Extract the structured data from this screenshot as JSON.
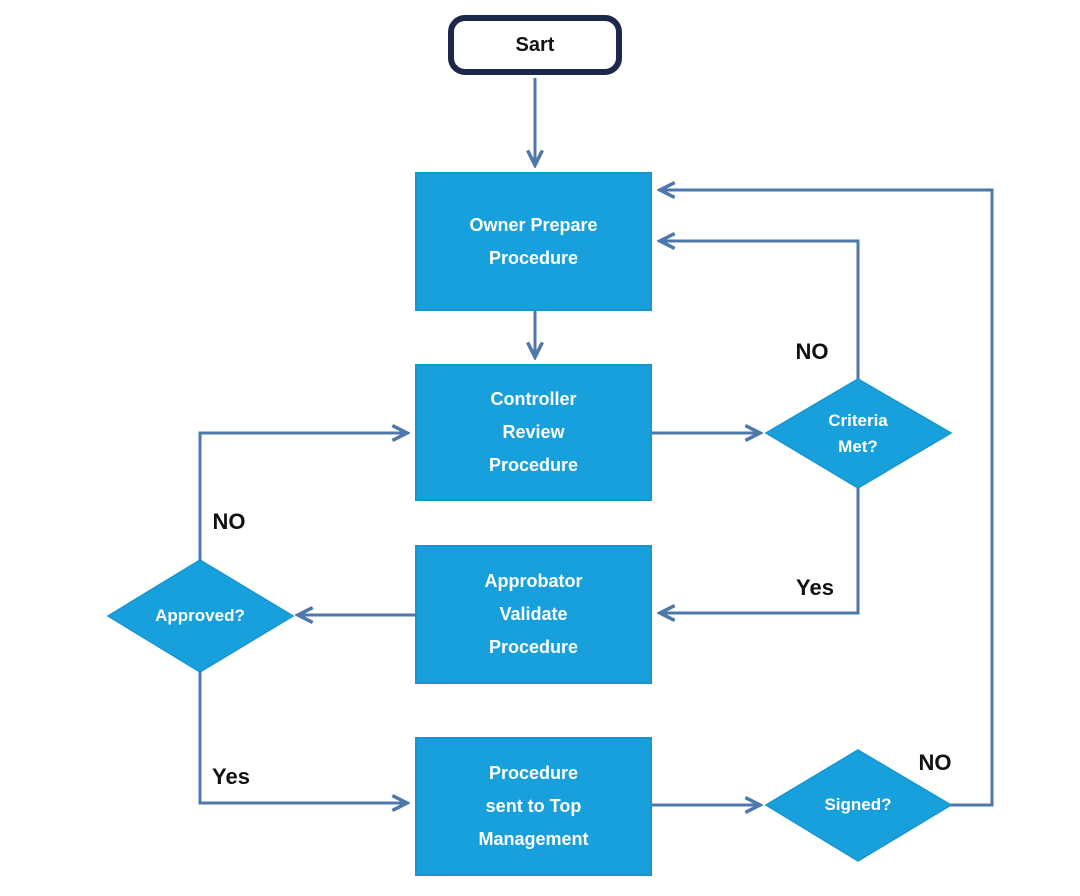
{
  "colors": {
    "node_fill": "#17A0DC",
    "node_edge": "#1596D0",
    "node_text": "#FFFFFF",
    "connector_color": "#4E78AB",
    "terminator_border": "#1C2749",
    "label_text": "#111111"
  },
  "nodes": {
    "start": {
      "type": "terminator",
      "label": "Sart"
    },
    "owner_prepare": {
      "type": "process",
      "lines": [
        "Owner Prepare",
        "Procedure"
      ]
    },
    "controller_review": {
      "type": "process",
      "lines": [
        "Controller",
        "Review",
        "Procedure"
      ]
    },
    "criteria_met": {
      "type": "decision",
      "lines": [
        "Criteria",
        "Met?"
      ]
    },
    "approbator_validate": {
      "type": "process",
      "lines": [
        "Approbator",
        "Validate",
        "Procedure"
      ]
    },
    "approved": {
      "type": "decision",
      "label": "Approved?"
    },
    "procedure_sent": {
      "type": "process",
      "lines": [
        "Procedure",
        "sent to Top",
        "Management"
      ]
    },
    "signed": {
      "type": "decision",
      "label": "Signed?"
    }
  },
  "edges": [
    {
      "from": "start",
      "to": "owner_prepare",
      "label": ""
    },
    {
      "from": "owner_prepare",
      "to": "controller_review",
      "label": ""
    },
    {
      "from": "controller_review",
      "to": "criteria_met",
      "label": ""
    },
    {
      "from": "criteria_met",
      "to": "owner_prepare",
      "label": "NO"
    },
    {
      "from": "criteria_met",
      "to": "approbator_validate",
      "label": "Yes"
    },
    {
      "from": "approbator_validate",
      "to": "approved",
      "label": ""
    },
    {
      "from": "approved",
      "to": "controller_review",
      "label": "NO"
    },
    {
      "from": "approved",
      "to": "procedure_sent",
      "label": "Yes"
    },
    {
      "from": "procedure_sent",
      "to": "signed",
      "label": ""
    },
    {
      "from": "signed",
      "to": "owner_prepare",
      "label": "NO"
    }
  ]
}
